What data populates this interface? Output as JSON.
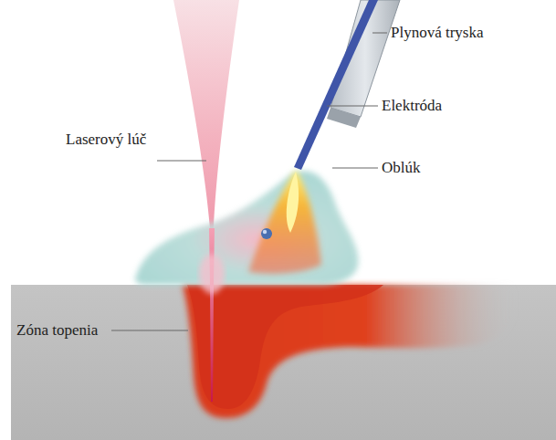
{
  "diagram": {
    "labels": [
      "Plynová tryska",
      "Elektróda",
      "Oblúk",
      "Laserový lúč",
      "Zóna topenia"
    ]
  }
}
